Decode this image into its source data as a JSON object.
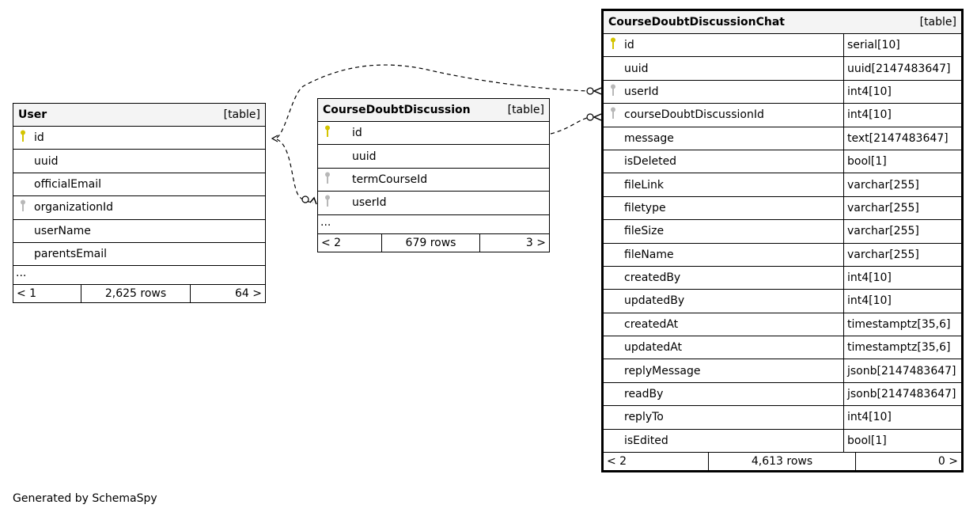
{
  "tables": {
    "user": {
      "name": "User",
      "kind": "[table]",
      "columns": [
        {
          "name": "id",
          "key": "primary"
        },
        {
          "name": "uuid",
          "key": ""
        },
        {
          "name": "officialEmail",
          "key": ""
        },
        {
          "name": "organizationId",
          "key": "foreign"
        },
        {
          "name": "userName",
          "key": ""
        },
        {
          "name": "parentsEmail",
          "key": ""
        }
      ],
      "more": "...",
      "footer": {
        "left": "< 1",
        "middle": "2,625 rows",
        "right": "64 >"
      }
    },
    "course_doubt_discussion": {
      "name": "CourseDoubtDiscussion",
      "kind": "[table]",
      "columns": [
        {
          "name": "id",
          "key": "primary"
        },
        {
          "name": "uuid",
          "key": ""
        },
        {
          "name": "termCourseId",
          "key": "foreign"
        },
        {
          "name": "userId",
          "key": "foreign"
        }
      ],
      "more": "...",
      "footer": {
        "left": "< 2",
        "middle": "679 rows",
        "right": "3 >"
      }
    },
    "course_doubt_discussion_chat": {
      "name": "CourseDoubtDiscussionChat",
      "kind": "[table]",
      "columns": [
        {
          "name": "id",
          "type": "serial[10]",
          "key": "primary"
        },
        {
          "name": "uuid",
          "type": "uuid[2147483647]",
          "key": ""
        },
        {
          "name": "userId",
          "type": "int4[10]",
          "key": "foreign"
        },
        {
          "name": "courseDoubtDiscussionId",
          "type": "int4[10]",
          "key": "foreign"
        },
        {
          "name": "message",
          "type": "text[2147483647]",
          "key": ""
        },
        {
          "name": "isDeleted",
          "type": "bool[1]",
          "key": ""
        },
        {
          "name": "fileLink",
          "type": "varchar[255]",
          "key": ""
        },
        {
          "name": "filetype",
          "type": "varchar[255]",
          "key": ""
        },
        {
          "name": "fileSize",
          "type": "varchar[255]",
          "key": ""
        },
        {
          "name": "fileName",
          "type": "varchar[255]",
          "key": ""
        },
        {
          "name": "createdBy",
          "type": "int4[10]",
          "key": ""
        },
        {
          "name": "updatedBy",
          "type": "int4[10]",
          "key": ""
        },
        {
          "name": "createdAt",
          "type": "timestamptz[35,6]",
          "key": ""
        },
        {
          "name": "updatedAt",
          "type": "timestamptz[35,6]",
          "key": ""
        },
        {
          "name": "replyMessage",
          "type": "jsonb[2147483647]",
          "key": ""
        },
        {
          "name": "readBy",
          "type": "jsonb[2147483647]",
          "key": ""
        },
        {
          "name": "replyTo",
          "type": "int4[10]",
          "key": ""
        },
        {
          "name": "isEdited",
          "type": "bool[1]",
          "key": ""
        }
      ],
      "footer": {
        "left": "< 2",
        "middle": "4,613 rows",
        "right": "0 >"
      }
    }
  },
  "colors": {
    "primary_key": "#d4c400",
    "foreign_key": "#b8b8b8",
    "header_bg": "#f4f4f4"
  },
  "credit": "Generated by SchemaSpy"
}
